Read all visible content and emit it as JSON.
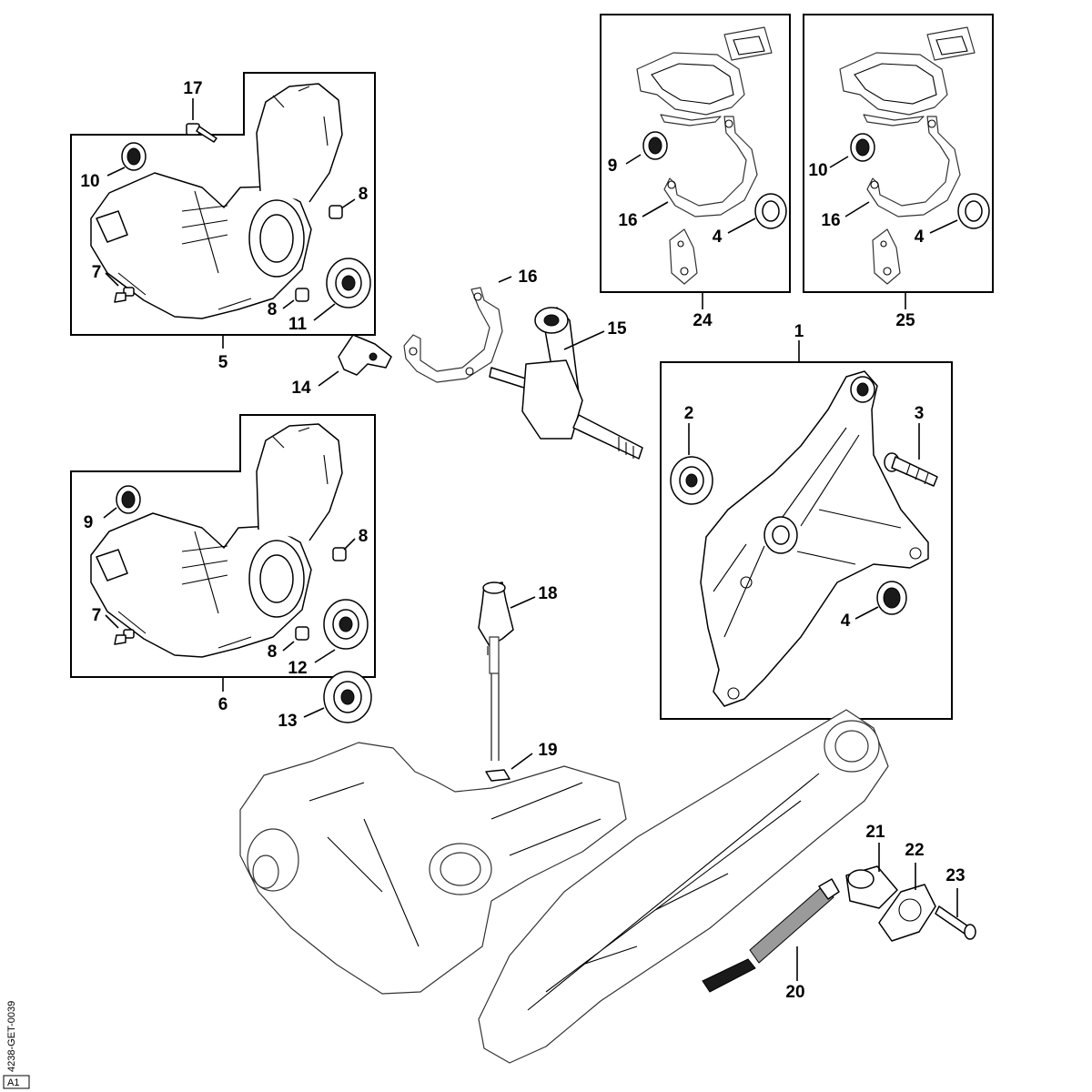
{
  "callouts": {
    "c1": "1",
    "c2": "2",
    "c3": "3",
    "c4a": "4",
    "c4b": "4",
    "c4c": "4",
    "c5": "5",
    "c6": "6",
    "c7a": "7",
    "c7b": "7",
    "c8a": "8",
    "c8b": "8",
    "c8c": "8",
    "c8d": "8",
    "c9a": "9",
    "c9b": "9",
    "c10a": "10",
    "c10b": "10",
    "c11": "11",
    "c12": "12",
    "c13": "13",
    "c14": "14",
    "c15": "15",
    "c16a": "16",
    "c16b": "16",
    "c16c": "16",
    "c17": "17",
    "c18": "18",
    "c19": "19",
    "c20": "20",
    "c21": "21",
    "c22": "22",
    "c23": "23",
    "c24": "24",
    "c25": "25"
  },
  "drawing_code": "4238-GET-0039",
  "sheet_ref": "A1"
}
